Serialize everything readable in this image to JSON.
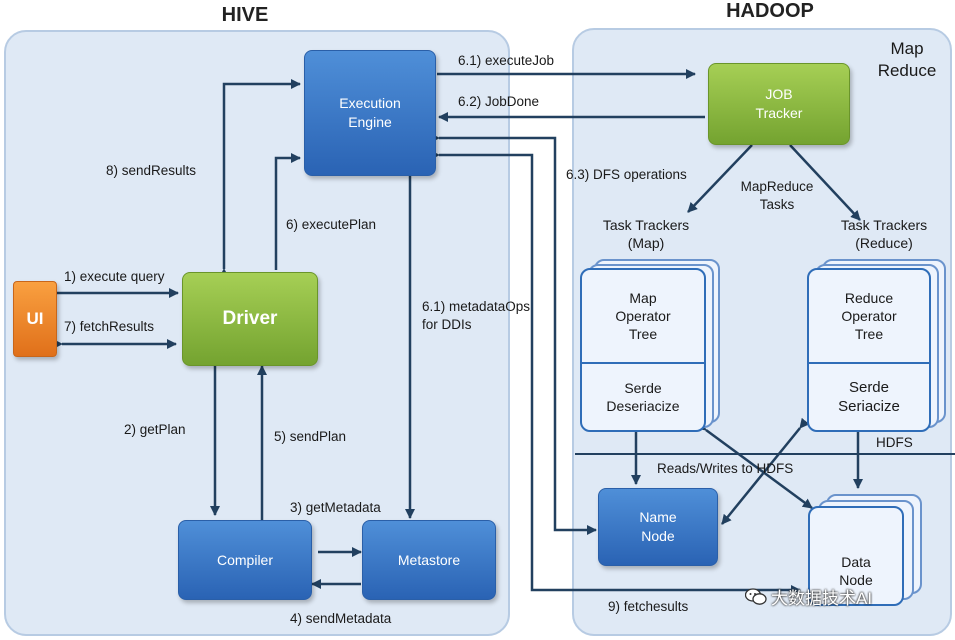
{
  "hive": {
    "title": "HIVE",
    "ui": "UI",
    "driver": "Driver",
    "execution_engine": "Execution\nEngine",
    "compiler": "Compiler",
    "metastore": "Metastore"
  },
  "hadoop": {
    "title": "HADOOP",
    "map_reduce": "Map\nReduce",
    "job_tracker": "JOB\nTracker",
    "mapreduce_tasks": "MapReduce\nTasks",
    "task_trackers_map": "Task Trackers\n(Map)",
    "task_trackers_reduce": "Task Trackers\n(Reduce)",
    "map_operator_tree": "Map\nOperator\nTree",
    "map_serde": "Serde\nDeseriacize",
    "reduce_operator_tree": "Reduce\nOperator\nTree",
    "reduce_serde": "Serde\nSeriacize",
    "hdfs": "HDFS",
    "reads_writes": "Reads/Writes to HDFS",
    "name_node": "Name\nNode",
    "data_node": "Data\nNode"
  },
  "steps": {
    "execute_query": "1) execute query",
    "fetch_results": "7) fetchResults",
    "get_plan": "2) getPlan",
    "get_metadata": "3) getMetadata",
    "send_metadata": "4) sendMetadata",
    "send_plan": "5) sendPlan",
    "execute_plan": "6) executePlan",
    "execute_job": "6.1) executeJob",
    "job_done": "6.2) JobDone",
    "dfs_operations": "6.3) DFS operations",
    "metadata_ops": "6.1)  metadataOps\nfor DDIs",
    "send_results": "8) sendResults",
    "fetch_results_9": "9) fetchesults"
  },
  "watermark": "大数据技术AI",
  "colors": {
    "panel": "#dfe9f5",
    "blue_node": "#3a78c6",
    "green_node": "#8cbb3f",
    "orange_node": "#f08a28",
    "arrow": "#22405f"
  }
}
